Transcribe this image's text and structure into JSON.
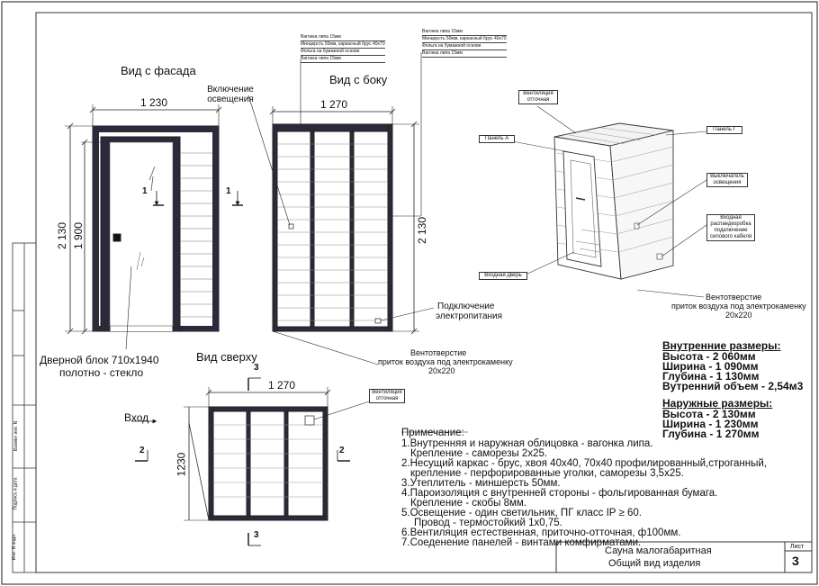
{
  "views": {
    "front": "Вид с фасада",
    "side": "Вид с боку",
    "top": "Вид сверху"
  },
  "dims": {
    "front_width": "1 230",
    "side_width": "1 270",
    "top_width": "1 270",
    "height_total": "2 130",
    "door_height": "1 900",
    "side_height": "2 130",
    "top_depth": "1230"
  },
  "front": {
    "light_label": "Включение освещения",
    "door_label_1": "Дверной блок 710х1940",
    "door_label_2": "полотно - стекло",
    "section_mark_1": "1"
  },
  "side": {
    "power_label_1": "Подключение",
    "power_label_2": "электропитания",
    "vent_label_1": "Вентотверстие",
    "vent_label_2": "приток воздуха под электрокаменку",
    "vent_label_3": "20х220",
    "section_mark_1": "1"
  },
  "layers_left": [
    "Вагонка липа 15мм",
    "Минцерсть 50мм, каркасный брус 40х70",
    "Фольга на бумажной основе",
    "Вагонка липа 15мм"
  ],
  "layers_right": [
    "Вагонка липа 15мм",
    "Минцерсть 50мм, каркасный брус 40х70",
    "Фольга на бумажной основе",
    "Вагонка липа 15мм"
  ],
  "top": {
    "entrance": "Вход",
    "vent_box_1": "Вентиляция",
    "vent_box_2": "отточная",
    "section_mark_2": "2",
    "section_mark_3": "3"
  },
  "iso": {
    "vent_1": "Вентиляция",
    "vent_2": "отточная",
    "panel_a": "Панель А",
    "panel_g": "Панель Г",
    "switch_1": "Выключатель",
    "switch_2": "освещения",
    "cable_1": "Входная",
    "cable_2": "распаедкоробка",
    "cable_3": "подключение",
    "cable_4": "силового кабеля",
    "door": "Входная дверь",
    "vent_hole_1": "Вентотверстие",
    "vent_hole_2": "приток воздуха под электрокаменку",
    "vent_hole_3": "20х220"
  },
  "inner_sizes": {
    "title": "Внутренние размеры:",
    "height": "Высота  - 2 060мм",
    "width": "Ширина  - 1 090мм",
    "depth": "Глубина  - 1 130мм",
    "volume": "Вутренний объем - 2,54м3"
  },
  "outer_sizes": {
    "title": "Наружные  размеры:",
    "height": "Высота  - 2 130мм",
    "width": "Ширина  - 1 230мм",
    "depth": "Глубина  - 1 270мм"
  },
  "notes": {
    "title": "Примечание:",
    "lines": [
      "1.Внутренняя и наружная облицовка - вагонка липа.",
      "Крепление - саморезы 2х25.",
      "2.Несущий каркас - брус, хвоя  40х40, 70х40 профилированный,строганный,",
      "крепление - перфорированные уголки, саморезы 3,5х25.",
      "3.Утеплитель - миншерсть 50мм.",
      "4.Пароизоляция с внутренней  стороны -    фольгированная бумага.",
      "Крепление - скобы 8мм.",
      "5.Освещение - один светильник, ПГ класс  IP ≥ 60.",
      "Провод - термостойкий 1х0,75.",
      "6.Вентиляция естественная, приточно-отточная, ф100мм.",
      "7.Соеденение панелей - винтами комфирматами."
    ]
  },
  "title_block": {
    "line1": "Сауна малогабаритная",
    "line2": "Общий вид изделия",
    "sheet_label": "Лист",
    "sheet_number": "3"
  },
  "margin_stamp": {
    "inv_orig": "Инв. N подл.",
    "sign_date": "Подпись и дата",
    "inv_replace": "Взамен инв. N"
  }
}
